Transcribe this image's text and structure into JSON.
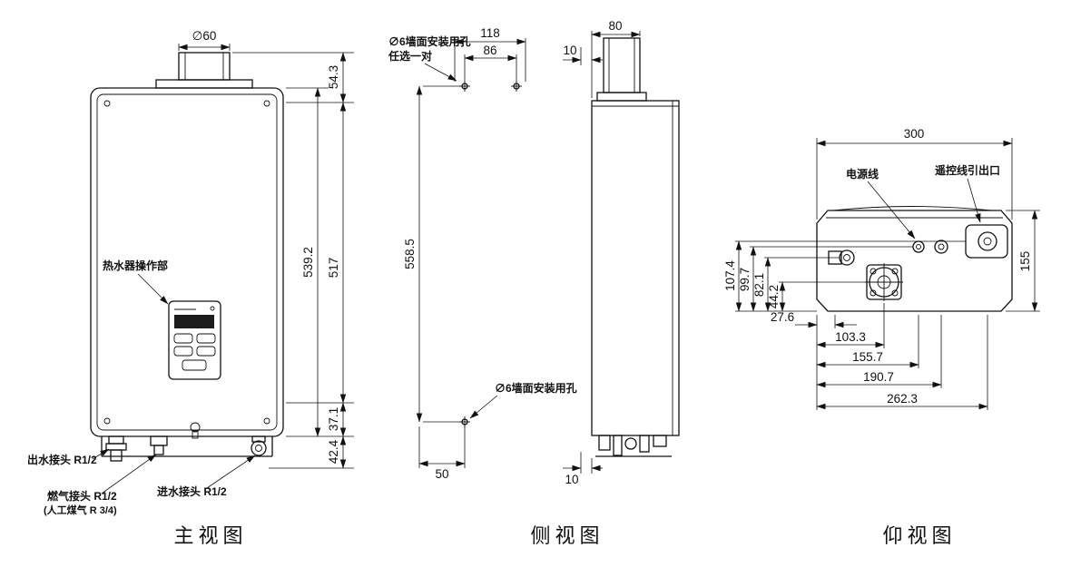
{
  "page": {
    "background": "#ffffff",
    "line_color": "#111111"
  },
  "captions": {
    "front": "主视图",
    "side": "侧视图",
    "bottom": "仰视图"
  },
  "front_view": {
    "flue_diameter": "∅60",
    "dim_flue_height": "54.3",
    "dim_overall_height": "539.2",
    "dim_body_height": "517",
    "dim_lower_section": "37.1",
    "dim_connector_height": "42.4",
    "control_panel_label": "热水器操作部",
    "outlet_label": "出水接头 R1/2",
    "gas_label": "燃气接头 R1/2",
    "gas_sub_label": "(人工煤气 R 3/4)",
    "inlet_label": "进水接头 R1/2"
  },
  "side_view": {
    "mount_hole_label_line1": "∅6墙面安装用孔",
    "mount_hole_label_line2": "任选一对",
    "dim_hole_pitch_outer": "118",
    "dim_hole_pitch_inner": "86",
    "dim_flue_offset": "80",
    "dim_top_clearance": "10",
    "dim_hole_vertical_pitch": "558.5",
    "bottom_hole_label": "∅6墙面安装用孔",
    "dim_bottom_hole_offset": "50",
    "dim_bottom_clearance": "10"
  },
  "bottom_view": {
    "power_cord_label": "电源线",
    "remote_wire_label": "遥控线引出口",
    "dim_width": "300",
    "dim_depth": "155",
    "dim_remote_depth": "107.4",
    "dim_power_depth": "99.7",
    "dim_outlet_depth": "82.1",
    "dim_gas_depth": "44.2",
    "dim_x1": "27.6",
    "dim_x2": "103.3",
    "dim_x3": "155.7",
    "dim_x4": "190.7",
    "dim_x5": "262.3"
  }
}
